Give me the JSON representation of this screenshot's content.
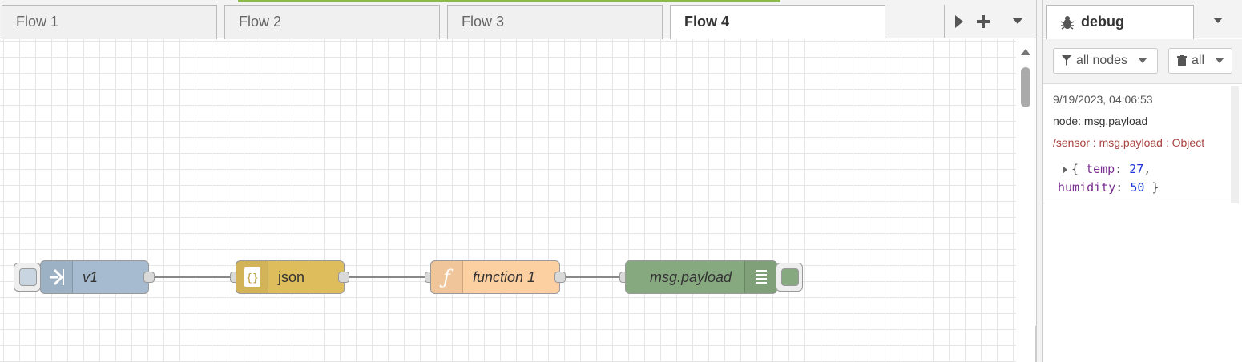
{
  "tabs": [
    {
      "label": "Flow 1",
      "active": false
    },
    {
      "label": "Flow 2",
      "active": false
    },
    {
      "label": "Flow 3",
      "active": false
    },
    {
      "label": "Flow 4",
      "active": true
    }
  ],
  "tab_tools": {
    "scroll_icon": "caret-right-icon",
    "add_icon": "plus-icon",
    "menu_icon": "caret-down-icon"
  },
  "flow": {
    "nodes": [
      {
        "label": "v1",
        "type": "inject",
        "color": "#a6bbcf",
        "icon": "arrow-in-icon"
      },
      {
        "label": "json",
        "type": "json",
        "color": "#debd5c",
        "icon": "braces-icon"
      },
      {
        "label": "function 1",
        "type": "function",
        "color": "#fdd0a2",
        "icon": "function-icon"
      },
      {
        "label": "msg.payload",
        "type": "debug",
        "color": "#87a980",
        "icon": "list-icon"
      }
    ]
  },
  "sidebar": {
    "tab_label": "debug",
    "tab_icon": "bug-icon",
    "filter_label": "all nodes",
    "clear_label": "all",
    "message": {
      "timestamp": "9/19/2023, 04:06:53",
      "node": "node: msg.payload",
      "path": "/sensor : msg.payload : Object",
      "payload": {
        "open": "{",
        "k1": "temp",
        "v1": "27",
        "k2": "humidity",
        "v2": "50",
        "close": "}"
      }
    }
  }
}
